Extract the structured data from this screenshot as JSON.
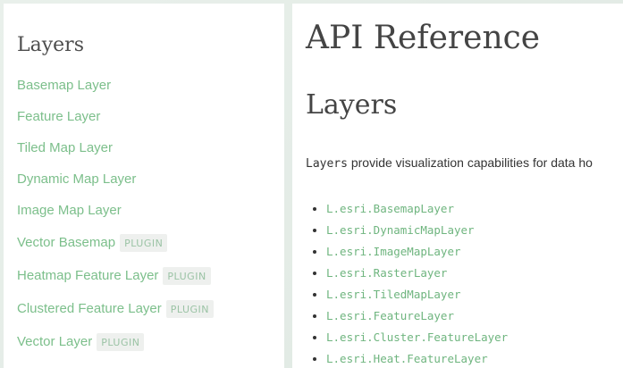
{
  "sidebar": {
    "title": "Layers",
    "items": [
      {
        "label": "Basemap Layer",
        "badge": ""
      },
      {
        "label": "Feature Layer",
        "badge": ""
      },
      {
        "label": "Tiled Map Layer",
        "badge": ""
      },
      {
        "label": "Dynamic Map Layer",
        "badge": ""
      },
      {
        "label": "Image Map Layer",
        "badge": ""
      },
      {
        "label": "Vector Basemap",
        "badge": "PLUGIN"
      },
      {
        "label": "Heatmap Feature Layer",
        "badge": "PLUGIN"
      },
      {
        "label": "Clustered Feature Layer",
        "badge": "PLUGIN"
      },
      {
        "label": "Vector Layer",
        "badge": "PLUGIN"
      }
    ]
  },
  "main": {
    "title": "API Reference",
    "section_title": "Layers",
    "intro_code": "Layers",
    "intro_text": " provide visualization capabilities for data ho",
    "classes": [
      "L.esri.BasemapLayer",
      "L.esri.DynamicMapLayer",
      "L.esri.ImageMapLayer",
      "L.esri.RasterLayer",
      "L.esri.TiledMapLayer",
      "L.esri.FeatureLayer",
      "L.esri.Cluster.FeatureLayer",
      "L.esri.Heat.FeatureLayer"
    ]
  },
  "colors": {
    "link": "#7cbf8b",
    "heading": "#444444",
    "badge_bg": "#eef0ee"
  }
}
